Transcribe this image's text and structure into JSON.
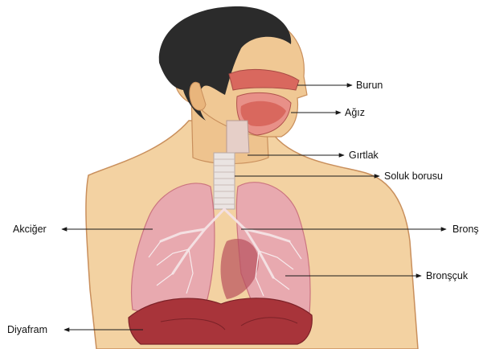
{
  "labels": {
    "burun": "Burun",
    "agiz": "Ağız",
    "girtlak": "Gırtlak",
    "soluk_borusu": "Soluk borusu",
    "akciger": "Akciğer",
    "bronsh": "Bronş",
    "bronscuk": "Bronşçuk",
    "diyafram": "Diyafram"
  },
  "colors": {
    "skin": "#f3d2a2",
    "skin_shadow": "#dfb07a",
    "hair": "#2b2b2b",
    "lung": "#e8a7b0",
    "lung_dark": "#c9707e",
    "diaphragm": "#a8343a",
    "heart": "#b8505c",
    "trachea": "#eae4e2",
    "nasal_cavity": "#d9685e",
    "line": "#1a1a1a"
  }
}
